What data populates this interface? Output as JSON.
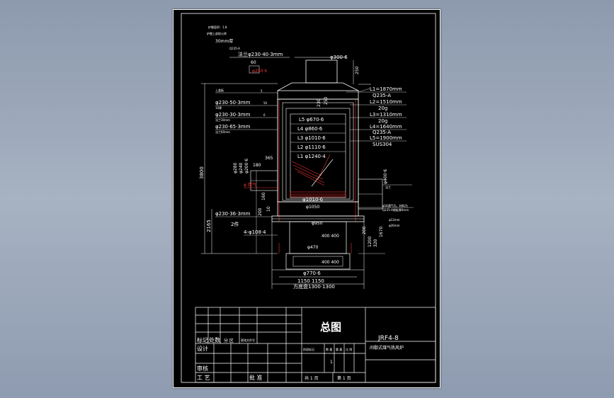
{
  "title_block": {
    "drawing_name": "总图",
    "model": "JRF4-8",
    "product_name": "间歇式煤气热风炉",
    "rows": {
      "mark": "标记",
      "count": "处数",
      "zone": "分 区",
      "change_doc": "更改文件号",
      "design": "设计",
      "review": "审核",
      "process": "工 艺",
      "approve": "批 准",
      "stage_mark": "阶段标记",
      "qty": "数 量",
      "weight": "重 量",
      "scale": "比 例",
      "scale_value": "1",
      "sheets_total": "共 1 页",
      "sheet_no": "第 1 页"
    }
  },
  "notes_top": {
    "n1": "炉膛容积：1.8",
    "n2": "炉膛上部耐火砖",
    "n3": "30mm厚",
    "n4": "Q235-A",
    "flange1": "法兰φ230·40·3mm",
    "d60": "60",
    "red_note": "φ250·6",
    "pipe300": "φ300·6",
    "d250": "250"
  },
  "left_labels": {
    "l1": "上盖板",
    "f2": "φ230·50·3mm",
    "f2b": "10厚",
    "f3": "φ230·30·3mm",
    "f3b": "法兰30mm",
    "f4": "φ230·65·3mm",
    "f4b": "法兰60mm",
    "f5": "φ230·36·3mm",
    "pc2": "2件",
    "holes": "4-φ108·4",
    "d3800": "3800",
    "d2165": "2165",
    "d5": "5",
    "d50": "50",
    "d6": "6",
    "d280": "φ280",
    "d240": "φ240",
    "d200": "φ200·6",
    "d365": "365",
    "d180": "180",
    "d160": "160",
    "d200v": "200",
    "d10": "10",
    "red_label": "φ 煤气"
  },
  "right_labels": {
    "L1": "L1=1870mm",
    "m1": "Q235-A",
    "L2": "L2=1510mm",
    "m2": "20g",
    "L3": "L3=1310mm",
    "m3": "20g",
    "L4": "L4=1640mm",
    "m4": "Q235-A",
    "L5": "L5=1900mm",
    "m5": "SUS304",
    "pipe400": "φ400·6",
    "label_r1": "法兰",
    "note_r1": "φ18通气孔，材料为",
    "note_r2": "Q235-A钢板厚6mm",
    "note_r3": "φ13mm",
    "note_r4": "φ26mm",
    "d200": "200",
    "d1200": "1200",
    "d320": "320",
    "d1670": "1670"
  },
  "center_labels": {
    "c5": "L5 φ670·6",
    "c4": "L4 φ860·6",
    "c3": "L3 φ1010·6",
    "c2": "L2 φ1110·6",
    "c1": "L1 φ1240·4",
    "d230": "230",
    "d250": "250",
    "d1010": "φ1010·6",
    "d1050": "φ1050",
    "d950": "φ950",
    "d400a": "400 400",
    "d470": "φ470",
    "d400b": "400 400",
    "d770": "φ770·6",
    "d1150": "1150 1150",
    "base": "方底盘1300·1300"
  }
}
